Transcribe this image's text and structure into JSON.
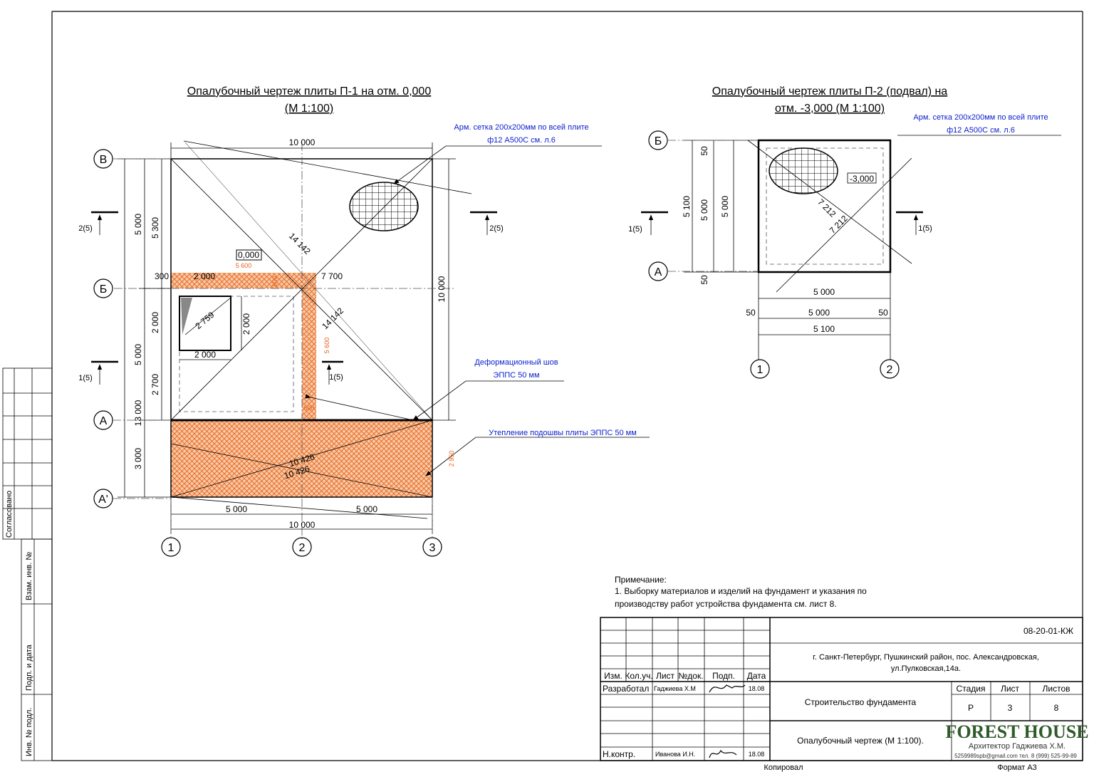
{
  "plan1": {
    "title_line1": "Опалубочный чертеж плиты П-1 на отм. 0,000",
    "title_line2": "(М 1:100)",
    "note_mesh_line1": "Арм. сетка 200х200мм по всей плите",
    "note_mesh_line2": "ф12 А500С см. л.6",
    "note_joint_line1": "Деформационный шов",
    "note_joint_line2": "ЭППС 50 мм",
    "note_insul": "Утепление подошвы плиты ЭППС 50 мм",
    "level": "0,000",
    "axes_rows": [
      "В",
      "Б",
      "А",
      "А'"
    ],
    "axes_cols": [
      "1",
      "2",
      "3"
    ],
    "dims": {
      "top": "10 000",
      "bottom_total": "10 000",
      "bottom_left": "5 000",
      "bottom_right": "5 000",
      "left_total": "13 000",
      "left_upper": "5 000",
      "left_mid": "5 000",
      "left_low": "3 000",
      "left2_top": "5 300",
      "left2_mid": "2 000",
      "left2_low": "2 700",
      "right": "10 000",
      "diag1": "14 142",
      "diag2": "14 142",
      "diag3": "10 426",
      "diag4": "10 426",
      "opening_w": "2 000",
      "opening_h": "2 000",
      "opening_diag": "2 759",
      "beam_left": "300",
      "beam_w": "2 000",
      "beam_len": "7 700",
      "o_5600a": "5 600",
      "o_5600b": "5 600",
      "o_600a": "600",
      "o_600b": "600",
      "o_2950": "2 950"
    },
    "sections": [
      "2(5)",
      "2(5)",
      "1(5)",
      "1(5)"
    ]
  },
  "plan2": {
    "title_line1": "Опалубочный чертеж плиты П-2 (подвал) на",
    "title_line2": "отм. -3,000 (М 1:100)",
    "note_mesh_line1": "Арм. сетка 200х200мм по всей плите",
    "note_mesh_line2": "ф12 А500С см. л.6",
    "level": "-3,000",
    "axes_rows": [
      "Б",
      "А"
    ],
    "axes_cols": [
      "1",
      "2"
    ],
    "dims": {
      "left_50a": "50",
      "left_50b": "50",
      "left_5100": "5 100",
      "left_5000a": "5 000",
      "left_5000b": "5 000",
      "diag1": "7 212",
      "diag2": "7 212",
      "b1": "5 000",
      "b2_l": "50",
      "b2_m": "5 000",
      "b2_r": "50",
      "b3": "5 100"
    },
    "sections": [
      "1(5)",
      "1(5)"
    ]
  },
  "note": {
    "title": "Примечание:",
    "line1": "1. Выборку материалов и изделий на фундамент и указания по",
    "line2": "производству работ устройства фундамента см. лист 8."
  },
  "side_stamp": {
    "agreed": "Согласовано",
    "vzam": "Взам. инв. №",
    "podp": "Подп. и дата",
    "inv": "Инв. № подл."
  },
  "title_block": {
    "code": "08-20-01-КЖ",
    "address_line1": "г. Санкт-Петербург, Пушкинский район, пос. Александровская,",
    "address_line2": "ул.Пулковская,14а.",
    "col_izm": "Изм.",
    "col_kol": "Кол.уч.",
    "col_list": "Лист",
    "col_ndok": "№док.",
    "col_podp": "Подп.",
    "col_data": "Дата",
    "row1_role": "Разработал",
    "row1_name": "Гаджиева Х.М",
    "row1_date": "18.08",
    "row2_role": "Н.контр.",
    "row2_name": "Иванова И.Н.",
    "row2_date": "18.08",
    "project": "Строительство фундамента",
    "sheet_title": "Опалубочный чертеж (М 1:100).",
    "stage_hdr": "Стадия",
    "list_hdr": "Лист",
    "lists_hdr": "Листов",
    "stage": "Р",
    "list": "3",
    "lists": "8",
    "logo": "FOREST HOUSE",
    "architect": "Архитектор Гаджиева Х.М.",
    "contacts": "5259989spb@gmail.com тел. 8 (999) 525-99-89",
    "copied": "Копировал",
    "format": "Формат А3"
  }
}
